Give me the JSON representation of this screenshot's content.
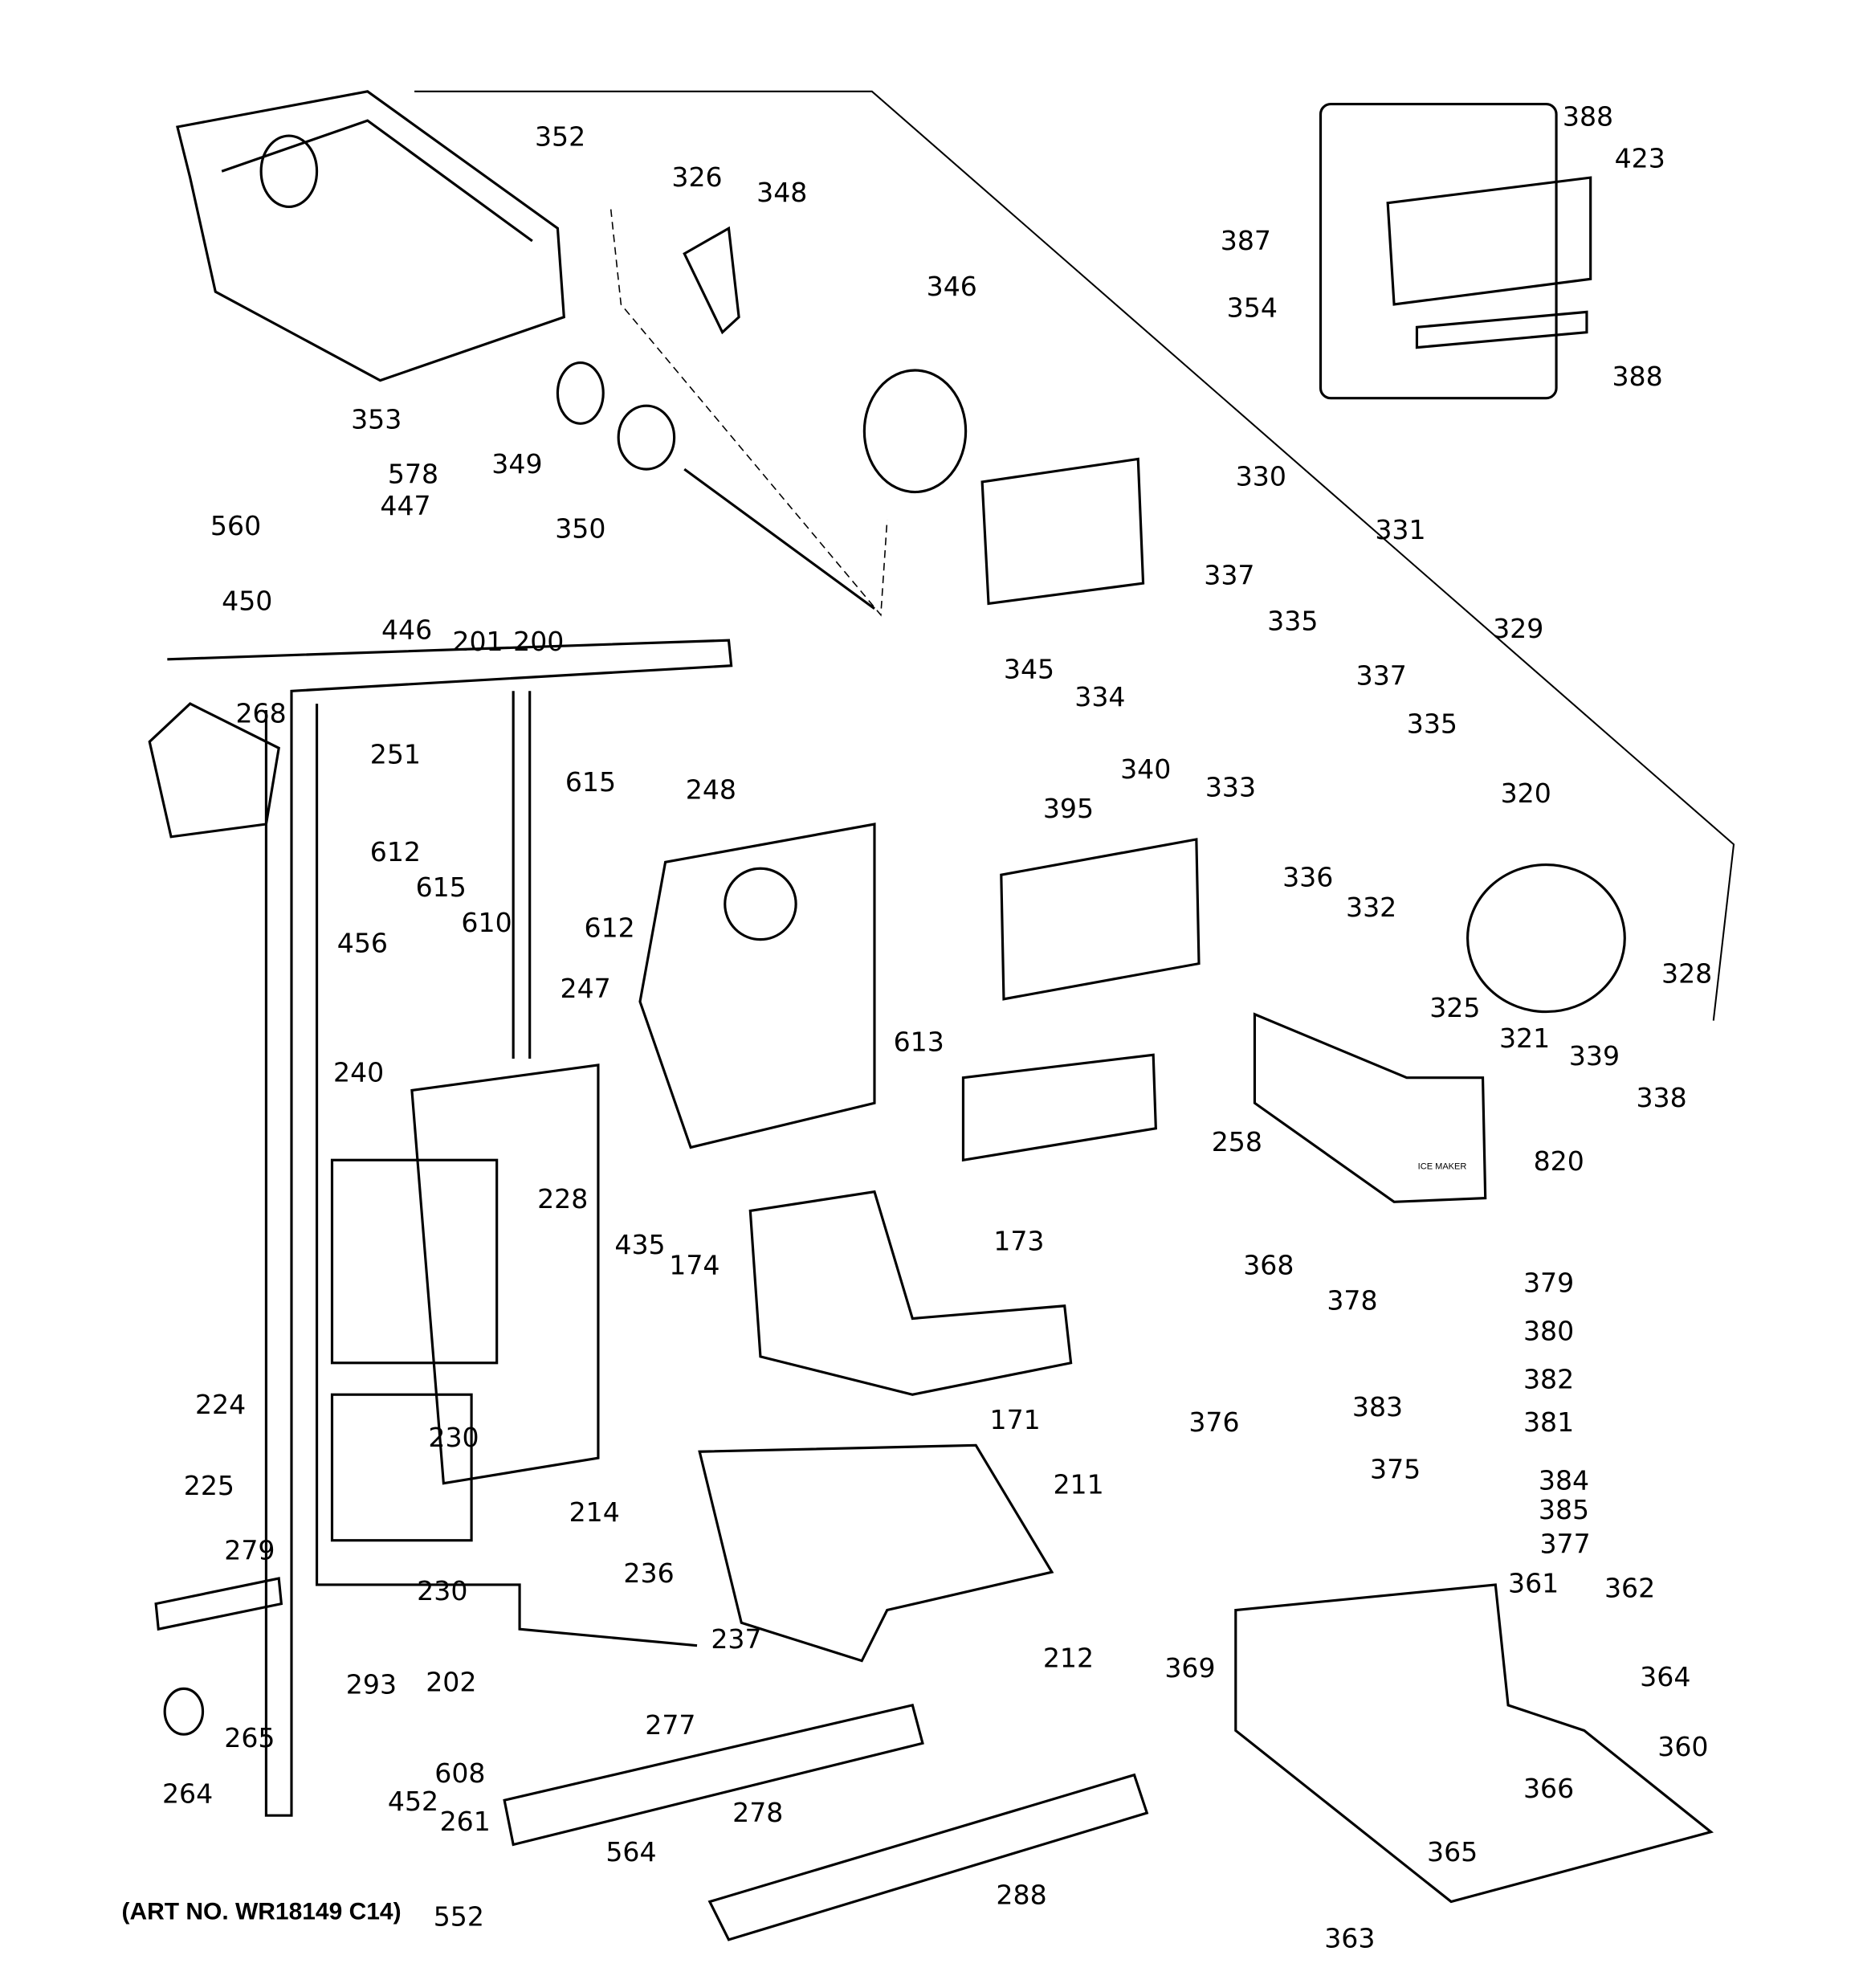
{
  "diagram": {
    "art_number": "(ART NO. WR18149 C14)",
    "part_labels": [
      "352",
      "326",
      "348",
      "346",
      "388",
      "423",
      "387",
      "354",
      "388",
      "353",
      "349",
      "350",
      "578",
      "447",
      "560",
      "450",
      "446",
      "330",
      "331",
      "337",
      "335",
      "329",
      "345",
      "334",
      "201",
      "200",
      "337",
      "268",
      "251",
      "248",
      "615",
      "340",
      "333",
      "335",
      "320",
      "395",
      "612",
      "615",
      "610",
      "612",
      "336",
      "332",
      "456",
      "247",
      "613",
      "325",
      "328",
      "321",
      "339",
      "338",
      "240",
      "228",
      "258",
      "820",
      "435",
      "173",
      "174",
      "368",
      "379",
      "378",
      "380",
      "382",
      "224",
      "383",
      "381",
      "376",
      "171",
      "230",
      "375",
      "225",
      "211",
      "384",
      "385",
      "214",
      "279",
      "236",
      "377",
      "230",
      "361",
      "362",
      "237",
      "212",
      "369",
      "293",
      "202",
      "364",
      "277",
      "265",
      "360",
      "608",
      "264",
      "452",
      "366",
      "261",
      "278",
      "365",
      "564",
      "288",
      "552",
      "363"
    ],
    "module_label": "ICE MAKER"
  }
}
